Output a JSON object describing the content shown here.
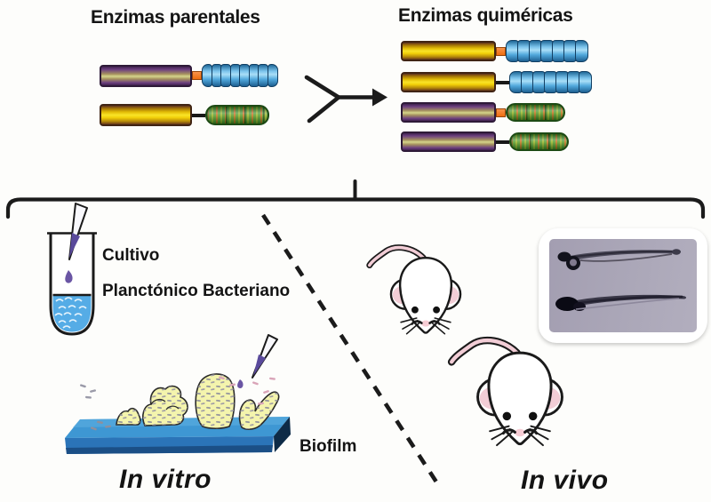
{
  "figure": {
    "parental_title": "Enzimas parentales",
    "chimeric_title": "Enzimas quiméricas",
    "culture_label_line1": "Cultivo",
    "culture_label_line2": "Planctónico Bacteriano",
    "biofilm_label": "Biofilm",
    "in_vitro_label": "In vitro",
    "in_vivo_label": "In vivo"
  },
  "enzymes": {
    "parental": [
      {
        "rod": "purple",
        "linker": "orange",
        "cap": "blue",
        "segments": 8
      },
      {
        "rod": "yellow",
        "linker": "black",
        "cap": "green"
      }
    ],
    "chimeric": [
      {
        "rod": "yellow",
        "linker": "orange",
        "cap": "blue",
        "segments": 7
      },
      {
        "rod": "yellow",
        "linker": "black",
        "cap": "blue",
        "segments": 7
      },
      {
        "rod": "purple",
        "linker": "orange",
        "cap": "green"
      },
      {
        "rod": "purple",
        "linker": "black",
        "cap": "green"
      }
    ]
  },
  "icons": {
    "merge_arrow": "merge-arrow-icon",
    "bracket": "brace-bracket",
    "divider": "dashed-divider-line",
    "test_tube": "test-tube-icon",
    "pipette": "pipette-icon",
    "droplet": "droplet-icon",
    "biofilm_slab": "biofilm-slab",
    "colony": "biofilm-colony",
    "bacteria": "bacteria-cells",
    "mouse": "mouse-icon",
    "zebrafish_photo": "zebrafish-photo",
    "zebrafish": "zebrafish-icon"
  },
  "colors": {
    "line_black": "#1b1b1b",
    "rod_purple_edge": "#41224f",
    "rod_purple_center": "#d6d68c",
    "rod_yellow": "#f3d70b",
    "linker_orange": "#ee6d10",
    "segment_blue": "#51a8dc",
    "cap_green": "#47922e",
    "stripe_orange": "#c2641f",
    "liquid_blue": "#55ace6",
    "slab_blue_top": "#3e97d3",
    "slab_blue_front": "#2b74b8",
    "colony_yellow": "#f4f4ad",
    "pipette_purple": "#5a4a9c",
    "mouse_pink": "#f2cdd6",
    "photo_bg": "#a9a5b5"
  }
}
